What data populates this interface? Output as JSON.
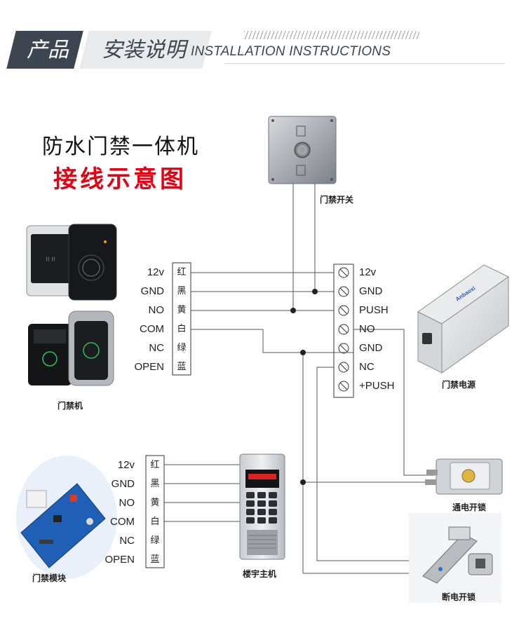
{
  "header": {
    "tag_dark": "产品",
    "tag_light": "安装说明",
    "subtitle": "INSTALLATION INSTRUCTIONS"
  },
  "title": {
    "line1": "防水门禁一体机",
    "line2": "接线示意图"
  },
  "devices": {
    "exit_button": "门禁开关",
    "access_controller": "门禁机",
    "power_supply": "门禁电源",
    "access_module": "门禁模块",
    "intercom": "楼宇主机",
    "power_on_lock": "通电开锁",
    "power_off_lock": "断电开锁"
  },
  "controller_wires": {
    "labels": [
      "12v",
      "GND",
      "NO",
      "COM",
      "NC",
      "OPEN"
    ],
    "colors": [
      "红",
      "黑",
      "黄",
      "白",
      "绿",
      "蓝"
    ]
  },
  "module_wires": {
    "labels": [
      "12v",
      "GND",
      "NO",
      "COM",
      "NC",
      "OPEN"
    ],
    "colors": [
      "红",
      "黑",
      "黄",
      "白",
      "绿",
      "蓝"
    ]
  },
  "power_terminals": {
    "labels": [
      "12v",
      "GND",
      "PUSH",
      "NO",
      "GND",
      "NC",
      "+PUSH"
    ]
  },
  "colors": {
    "accent_red": "#e60012",
    "header_dark": "#3d4650",
    "wire": "#555555"
  }
}
